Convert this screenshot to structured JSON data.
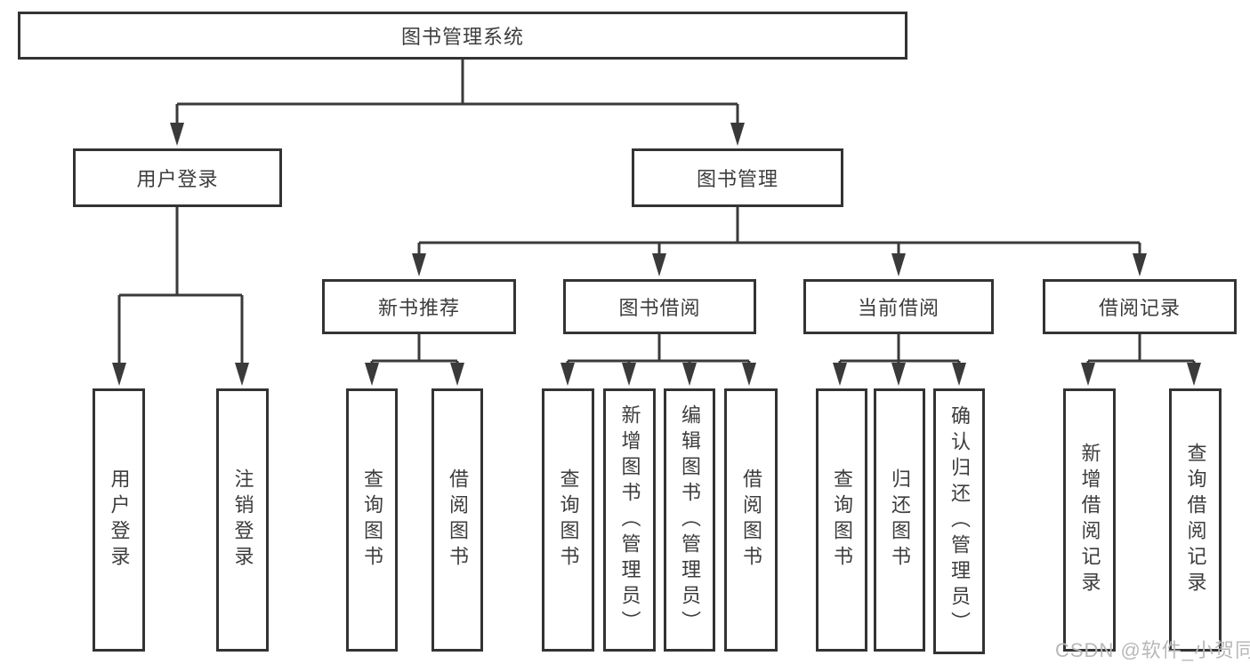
{
  "diagram": {
    "root": {
      "label": "图书管理系统"
    },
    "level2": [
      {
        "label": "用户登录"
      },
      {
        "label": "图书管理"
      }
    ],
    "level3": [
      {
        "label": "新书推荐"
      },
      {
        "label": "图书借阅"
      },
      {
        "label": "当前借阅"
      },
      {
        "label": "借阅记录"
      }
    ],
    "leaves": {
      "user_login": [
        "用户登录",
        "注销登录"
      ],
      "new_book": [
        "查询图书",
        "借阅图书"
      ],
      "book_borrow": [
        "查询图书",
        "新增图书（管理员）",
        "编辑图书（管理员）",
        "借阅图书"
      ],
      "current_borrow": [
        "查询图书",
        "归还图书",
        "确认归还（管理员）"
      ],
      "borrow_record": [
        "新增借阅记录",
        "查询借阅记录"
      ]
    }
  },
  "watermark": "CSDN @软件_小贺同学",
  "colors": {
    "background": "#ffffff",
    "line": "#3a3a3a",
    "box_border": "#333333",
    "text": "#3d3d3d",
    "watermark": "#b8b8b8"
  }
}
